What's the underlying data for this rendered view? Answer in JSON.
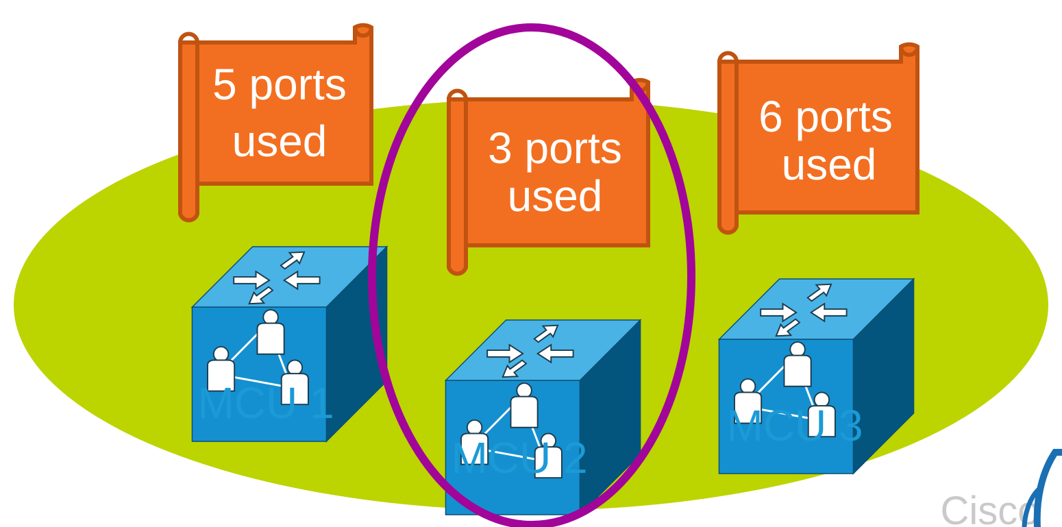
{
  "colors": {
    "field": "#bcd400",
    "flag": "#f26f21",
    "flag_edge": "#c05310",
    "cube_front": "#1490d0",
    "cube_top": "#49b3e6",
    "cube_side": "#03557d",
    "ring": "#a2059a",
    "label": "#1b9ad6"
  },
  "nodes": [
    {
      "label": "MCU 1",
      "flag_line1": "5 ports",
      "flag_line2": "used",
      "icon": "mcu-cube-icon"
    },
    {
      "label": "MCU 2",
      "flag_line1": "3 ports",
      "flag_line2": "used",
      "icon": "mcu-cube-icon",
      "highlighted": true
    },
    {
      "label": "MCU 3",
      "flag_line1": "6 ports",
      "flag_line2": "used",
      "icon": "mcu-cube-icon"
    }
  ],
  "logo": {
    "text": "Cisco",
    "icon": "cisco-live-logo-icon"
  }
}
